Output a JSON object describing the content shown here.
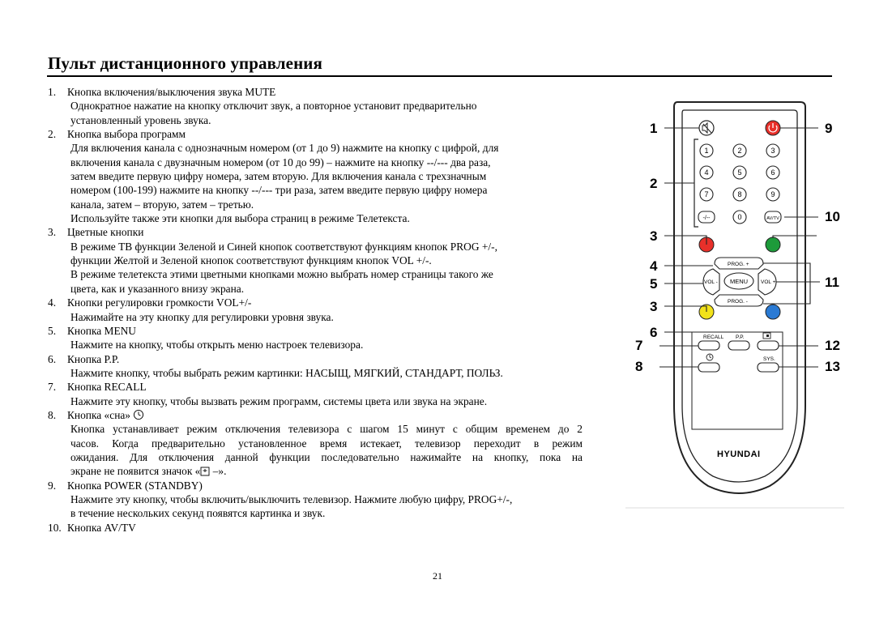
{
  "page": {
    "title": "Пульт дистанционного управления",
    "page_number": "21"
  },
  "items": [
    {
      "num": "1.",
      "head": "Кнопка включения/выключения звука MUTE",
      "desc": [
        "Однократное нажатие на кнопку отключит звук, а повторное установит предварительно",
        "установленный уровень звука."
      ]
    },
    {
      "num": "2.",
      "head": "Кнопка выбора программ",
      "desc": [
        "Для включения канала с однозначным номером (от 1 до 9) нажмите на кнопку с цифрой, для",
        "включения канала с двузначным номером (от 10 до 99) – нажмите на кнопку --/--- два раза,",
        "затем введите первую цифру номера, затем вторую. Для включения канала с трехзначным",
        "номером (100-199) нажмите на кнопку --/--- три раза, затем введите первую цифру номера",
        "канала, затем – вторую, затем – третью.",
        "Используйте также эти кнопки для выбора страниц в режиме Телетекста."
      ]
    },
    {
      "num": "3.",
      "head": "Цветные кнопки",
      "desc": [
        "В режиме ТВ функции Зеленой и Синей кнопок соответствуют функциям кнопок PROG +/-,",
        "функции Желтой и Зеленой кнопок соответствуют функциям кнопок VOL +/-.",
        "В режиме телетекста этими цветными кнопками можно выбрать номер страницы такого же",
        "цвета, как и указанного внизу экрана."
      ]
    },
    {
      "num": "4.",
      "head": "Кнопки регулировки громкости VOL+/-",
      "desc": [
        "Нажимайте на эту кнопку для регулировки уровня звука."
      ]
    },
    {
      "num": "5.",
      "head": "Кнопка MENU",
      "desc": [
        "Нажмите на кнопку, чтобы открыть меню настроек телевизора."
      ]
    },
    {
      "num": "6.",
      "head": "Кнопка P.P.",
      "desc": [
        "Нажмите кнопку, чтобы выбрать режим картинки: НАСЫЩ, МЯГКИЙ, СТАНДАРТ, ПОЛЬЗ."
      ]
    },
    {
      "num": "7.",
      "head": "Кнопка RECALL",
      "desc": [
        "Нажмите эту кнопку, чтобы вызвать режим программ, системы цвета или звука на экране."
      ]
    },
    {
      "num": "8.",
      "head": "Кнопка «сна»",
      "desc": [
        "Кнопка устанавливает режим отключения телевизора с шагом 15 минут с общим временем до 2",
        "часов. Когда предварительно установленное время истекает, телевизор переходит в режим",
        "ожидания. Для отключения данной функции последовательно нажимайте на кнопку, пока на"
      ],
      "desc_tail_before": "экране не появится значок «",
      "desc_tail_after": " –»."
    },
    {
      "num": "9.",
      "head": "Кнопка POWER (STANDBY)",
      "desc": [
        "Нажмите эту кнопку, чтобы включить/выключить телевизор. Нажмите любую цифру, PROG+/-,",
        "в течение нескольких секунд появятся картинка и звук."
      ]
    },
    {
      "num": "10.",
      "head": "Кнопка AV/TV",
      "desc": []
    }
  ],
  "remote": {
    "brand": "HYUNDAI",
    "labels": {
      "l1": "1",
      "l2": "2",
      "l3a": "3",
      "l3b": "3",
      "l4": "4",
      "l5": "5",
      "l6": "6",
      "l7": "7",
      "l8": "8",
      "l9": "9",
      "l10": "10",
      "l11": "11",
      "l12": "12",
      "l13": "13"
    },
    "buttons": {
      "d1": "1",
      "d2": "2",
      "d3": "3",
      "d4": "4",
      "d5": "5",
      "d6": "6",
      "d7": "7",
      "d8": "8",
      "d9": "9",
      "dash": "-/--",
      "d0": "0",
      "avtv": "AV/TV",
      "prog_plus": "PROG. +",
      "prog_minus": "PROG. -",
      "vol_minus": "VOL -",
      "vol_plus": "VOL +",
      "menu": "MENU",
      "recall": "RECALL",
      "pp": "P.P.",
      "sys": "SYS."
    },
    "colors": {
      "power": "#e8302a",
      "red": "#e8302a",
      "green": "#1d9b3a",
      "yellow": "#f2e21a",
      "blue": "#2a7ad4"
    }
  }
}
